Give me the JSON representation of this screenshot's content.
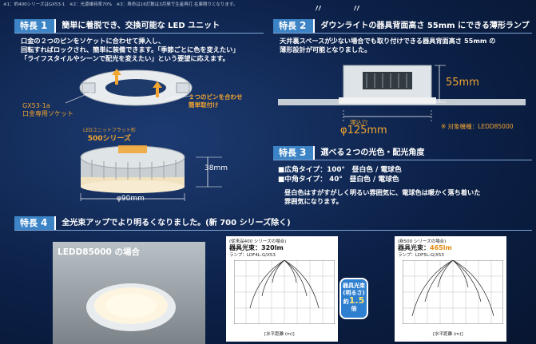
{
  "top_note": "※1：約400シリーズはGX53-1　※2：光源維持率70%　※3：寿命は16灯数は3月発で生産再打,在庫限りとなります。",
  "feature1": {
    "tag": "特長",
    "num": "1",
    "title": "簡単に着脱でき、交換可能な LED ユニット",
    "text": [
      "口金の２つのピンをソケットに合わせて挿入し、",
      "回転すればロックされ、簡単に装備できます。「季節ごとに色を変えたい」",
      "「ライフスタイルやシーンで配光を変えたい」という要望に応えます。"
    ],
    "callout_pins": [
      "２つのピンを合わせ",
      "簡単取付け"
    ],
    "socket_label": [
      "GX53-1a",
      "口金専用ソケット"
    ],
    "unit_label": [
      "LEDユニットフラット形",
      "500シリーズ"
    ],
    "height": "38mm",
    "diameter": "φ90mm"
  },
  "feature2": {
    "tag": "特長",
    "num": "2",
    "title": "ダウンライトの器具背面高さ 55mm にできる薄形ランプ",
    "text": [
      "天井裏スペースが少ない場合でも取り付けできる器具背面高さ 55mm の",
      "薄形設計が可能となりました。"
    ],
    "height": "55mm",
    "cutout_label": "埋込穴",
    "cutout_size": "φ125mm",
    "target_note": "※ 対象機種：LEDD85000"
  },
  "feature3": {
    "tag": "特長",
    "num": "3",
    "title": "選べる２つの光色・配光角度",
    "lines": [
      "■広角タイプ：100°　昼白色 / 電球色",
      "■中角タイプ：  40°　昼白色 / 電球色"
    ],
    "text": [
      "昼白色はすがすがしく明るい雰囲気に、電球色は暖かく落ち着いた",
      "雰囲気になります。"
    ]
  },
  "feature4": {
    "tag": "特長",
    "num": "4",
    "title": "全光束アップでより明るくなりました。(新 700 シリーズ除く)",
    "photo_label": "LEDD85000 の場合",
    "chart_left": {
      "series_note": "(従来品400 シリーズの場合)",
      "flux": "器具光束：320lm",
      "lamp": "ランプ：LDF4L-G/X53"
    },
    "chart_right": {
      "series_note": "(新500 シリーズの場合)",
      "flux_label": "器具光束：",
      "flux_value": "465lm",
      "lamp": "ランプ：LDF5L-G/X53"
    },
    "axis_label": "[水平距離 (m)]",
    "bubble": [
      "器具光束",
      "(明るさ)",
      "約",
      "1.5",
      "倍"
    ]
  },
  "colors": {
    "accent_blue": "#3c84c6",
    "orange": "#f2a530",
    "navy": "#0b1d3c"
  }
}
